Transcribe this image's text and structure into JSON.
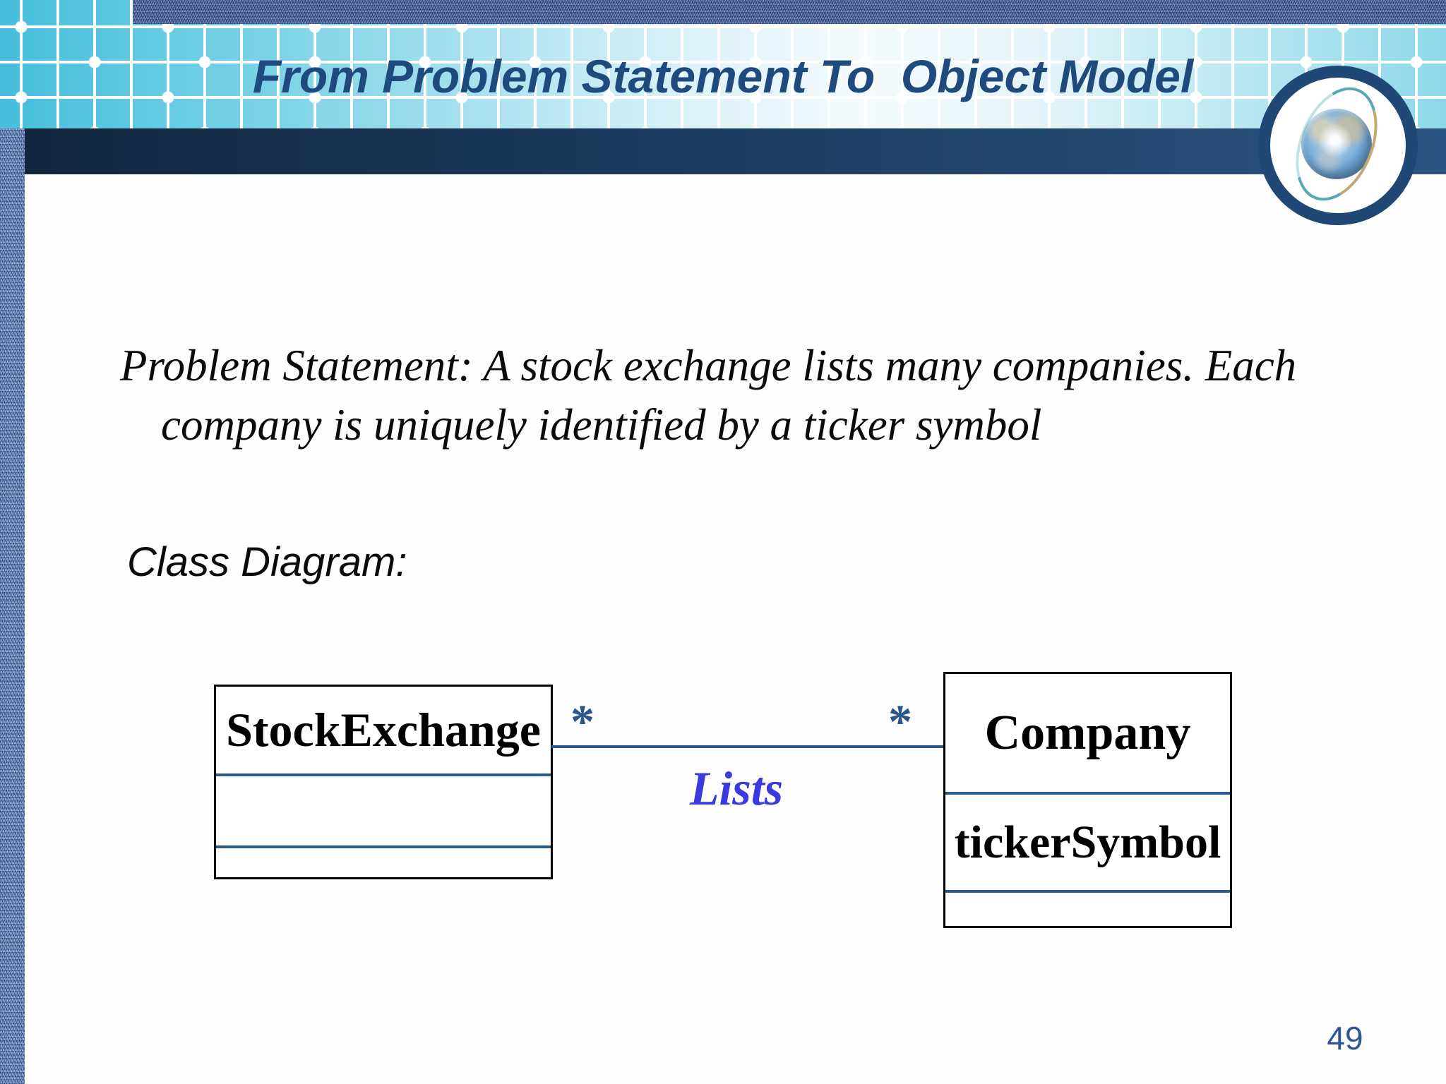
{
  "slide": {
    "title": "From Problem Statement To  Object Model",
    "problem_statement": {
      "lines": [
        "Problem Statement: A stock exchange lists many companies. Each",
        "company is uniquely identified by a ticker symbol"
      ]
    },
    "section_label": "Class Diagram:",
    "page_number": "49"
  },
  "uml_diagram": {
    "type": "uml-class-diagram",
    "classes": [
      {
        "name": "StockExchange",
        "attributes": [],
        "operations": []
      },
      {
        "name": "Company",
        "attributes": [
          "tickerSymbol"
        ],
        "operations": []
      }
    ],
    "association": {
      "label": "Lists",
      "from": "StockExchange",
      "to": "Company",
      "from_multiplicity": "*",
      "to_multiplicity": "*"
    }
  },
  "icons": {
    "header_badge": "globe-icon"
  },
  "colors": {
    "title_text": "#1f4a7d",
    "navy_bar": "#1b3a5e",
    "band_cyan": "#45bedc",
    "denim_blue": "#7490c4",
    "uml_divider": "#2b5a8c",
    "association_line": "#2b5a8c",
    "multiplicity": "#2a5788",
    "association_label": "#3a3ae0",
    "page_number": "#2b5594",
    "body_text": "#0a0a0a"
  }
}
